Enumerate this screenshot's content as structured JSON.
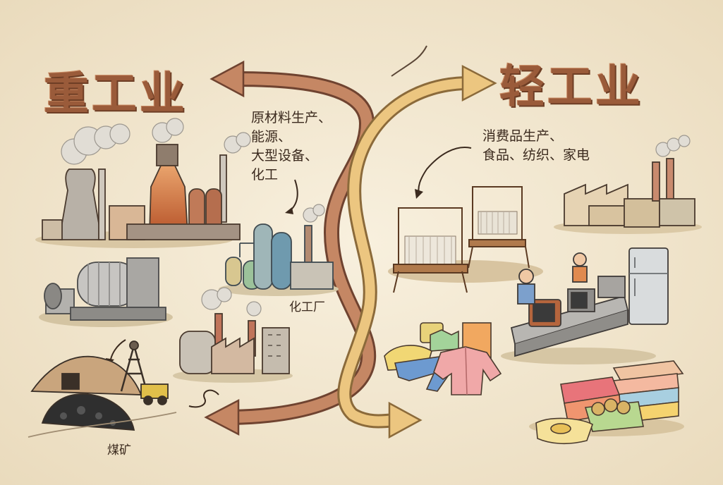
{
  "heavy": {
    "title": "重工业",
    "desc_lines": [
      "原材料生产、",
      "能源、",
      "大型设备、",
      "化工"
    ],
    "chem_plant_label": "化工厂",
    "coal_mine_label": "煤矿"
  },
  "light": {
    "title": "轻工业",
    "desc_lines": [
      "消费品生产、",
      "食品、纺织、家电"
    ]
  },
  "colors": {
    "background": "#f4ead6",
    "heavy_arrow": "#b97a58",
    "light_arrow": "#e4b96c",
    "title": "#9a5b3a"
  }
}
